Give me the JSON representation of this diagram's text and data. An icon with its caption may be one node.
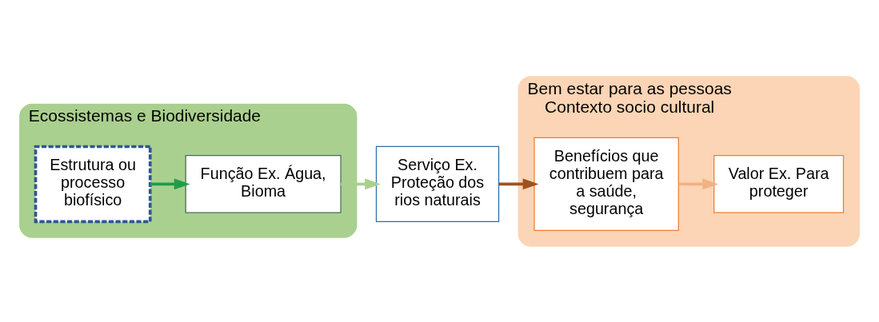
{
  "diagram": {
    "nodes": [
      {
        "text": [
          "Ecossistemas e Biodiversidade"
        ]
      },
      {
        "text": [
          "Estrutura ou processo biofísico"
        ],
        "in": 0
      },
      {
        "text": [
          "Função Ex. Água, Bioma"
        ],
        "in": 0
      },
      {
        "text": [
          "Serviço Ex. Proteção dos rios naturais"
        ]
      },
      {
        "text": [
          "Bem estar para as pessoas",
          "Contexto socio cultural"
        ]
      },
      {
        "text": [
          "Benefícios que contribuem para a saúde, segurança"
        ],
        "in": 4
      },
      {
        "text": [
          "Valor Ex. Para proteger"
        ],
        "in": 4
      }
    ],
    "edges": [
      {
        "from": 1,
        "to": 2,
        "arrow": "to",
        "color": "#1e9e4a"
      },
      {
        "from": 2,
        "to": 3,
        "arrow": "to",
        "color": "#a9d08e"
      },
      {
        "from": 3,
        "to": 5,
        "arrow": "to",
        "color": "#a0521c"
      },
      {
        "from": 5,
        "to": 6,
        "arrow": "to",
        "color": "#f4b183"
      }
    ]
  }
}
